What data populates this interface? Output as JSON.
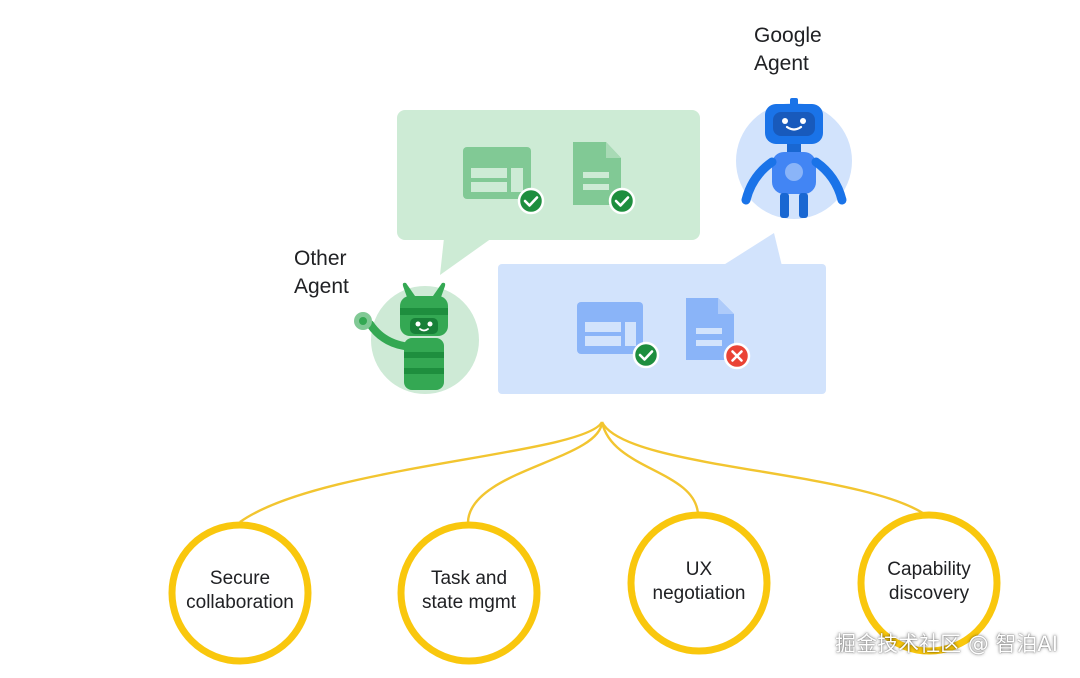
{
  "agents": {
    "google": {
      "label": "Google\nAgent"
    },
    "other": {
      "label": "Other\nAgent"
    }
  },
  "capabilities": [
    {
      "label": "Secure\ncollaboration"
    },
    {
      "label": "Task and\nstate mgmt"
    },
    {
      "label": "UX\nnegotiation"
    },
    {
      "label": "Capability\ndiscovery"
    }
  ],
  "watermark": "掘金技术社区 @ 智泊AI",
  "colors": {
    "green_bubble": "#cdebd5",
    "blue_bubble": "#d2e3fc",
    "green_icon": "#81c995",
    "blue_icon": "#8ab4f8",
    "check": "#1e8e3e",
    "error": "#ea4335",
    "connector": "#f2c530",
    "google_agent": "#1a73e8",
    "other_agent": "#34a853"
  },
  "icons": {
    "table": "table-icon",
    "document": "document-icon",
    "check": "check-badge-icon",
    "error": "error-badge-icon"
  }
}
